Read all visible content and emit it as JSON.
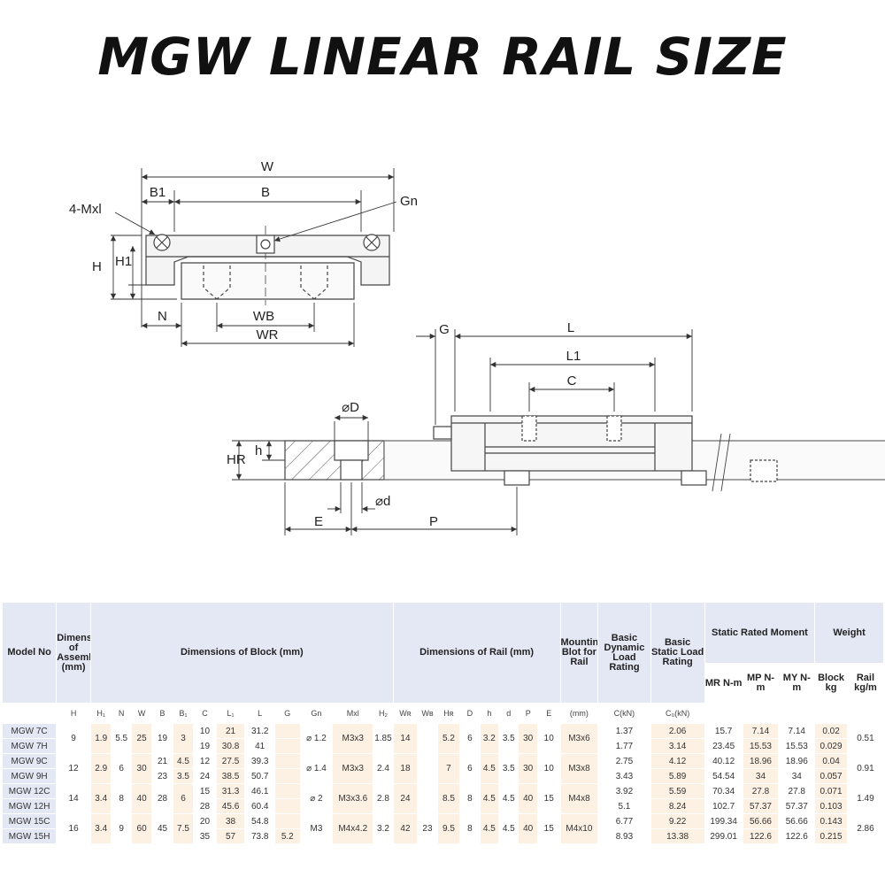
{
  "title": "MGW LINEAR RAIL SIZE",
  "drawing_labels": {
    "w": "W",
    "b": "B",
    "b1": "B1",
    "gn": "Gn",
    "mxl": "4-Mxl",
    "h": "H",
    "h1": "H1",
    "n": "N",
    "wb": "WB",
    "wr": "WR",
    "g": "G",
    "l": "L",
    "l1": "L1",
    "c": "C",
    "od": "⌀D",
    "hr": "HR",
    "h_small": "h",
    "od_small": "⌀d",
    "e": "E",
    "p": "P"
  },
  "table": {
    "model_no": "Model No",
    "dim_assembly": "Dimensions of Assembly (mm)",
    "dim_block": "Dimensions of Block (mm)",
    "dim_rail": "Dimensions of Rail (mm)",
    "mounting_bolt": "Mounting Blot for Rail",
    "basic_dynamic": "Basic Dynamic Load Rating",
    "basic_static": "Basic Static Load Rating",
    "static_moment": "Static Rated Moment",
    "weight": "Weight",
    "mr": "MR N-m",
    "mp": "MP N-m",
    "my": "MY N-m",
    "block_kg": "Block kg",
    "rail_kgm": "Rail kg/m",
    "sub": [
      "H",
      "H₁",
      "N",
      "W",
      "B",
      "B₁",
      "C",
      "L₁",
      "L",
      "G",
      "Gn",
      "Mxl",
      "H₂",
      "Wʀ",
      "Wʙ",
      "Hʀ",
      "D",
      "h",
      "d",
      "P",
      "E",
      "(mm)",
      "C(kN)",
      "C₀(kN)"
    ],
    "rows": [
      {
        "model": "MGW 7C",
        "c": "10",
        "l1": "21",
        "l": "31.2",
        "dyn": "1.37",
        "sta": "2.06",
        "mr": "15.7",
        "mp": "7.14",
        "my": "7.14",
        "block": "0.02"
      },
      {
        "model": "MGW 7H",
        "c": "19",
        "l1": "30.8",
        "l": "41",
        "dyn": "1.77",
        "sta": "3.14",
        "mr": "23.45",
        "mp": "15.53",
        "my": "15.53",
        "block": "0.029"
      },
      {
        "model": "MGW 9C",
        "b": "21",
        "b1": "4.5",
        "c": "12",
        "l1": "27.5",
        "l": "39.3",
        "dyn": "2.75",
        "sta": "4.12",
        "mr": "40.12",
        "mp": "18.96",
        "my": "18.96",
        "block": "0.04"
      },
      {
        "model": "MGW 9H",
        "b": "23",
        "b1": "3.5",
        "c": "24",
        "l1": "38.5",
        "l": "50.7",
        "dyn": "3.43",
        "sta": "5.89",
        "mr": "54.54",
        "mp": "34",
        "my": "34",
        "block": "0.057"
      },
      {
        "model": "MGW 12C",
        "c": "15",
        "l1": "31.3",
        "l": "46.1",
        "dyn": "3.92",
        "sta": "5.59",
        "mr": "70.34",
        "mp": "27.8",
        "my": "27.8",
        "block": "0.071"
      },
      {
        "model": "MGW 12H",
        "c": "28",
        "l1": "45.6",
        "l": "60.4",
        "dyn": "5.1",
        "sta": "8.24",
        "mr": "102.7",
        "mp": "57.37",
        "my": "57.37",
        "block": "0.103"
      },
      {
        "model": "MGW 15C",
        "c": "20",
        "l1": "38",
        "l": "54.8",
        "dyn": "6.77",
        "sta": "9.22",
        "mr": "199.34",
        "mp": "56.66",
        "my": "56.66",
        "block": "0.143"
      },
      {
        "model": "MGW 15H",
        "c": "35",
        "l1": "57",
        "l": "73.8",
        "g": "5.2",
        "dyn": "8.93",
        "sta": "13.38",
        "mr": "299.01",
        "mp": "122.6",
        "my": "122.6",
        "block": "0.215"
      }
    ],
    "groups": [
      {
        "h": "9",
        "h1": "1.9",
        "n": "5.5",
        "w": "25",
        "b": "19",
        "b1": "3",
        "gn": "⌀ 1.2",
        "mxl": "M3x3",
        "h2": "1.85",
        "wr": "14",
        "wb": "",
        "hr": "5.2",
        "d": "6",
        "hs": "3.2",
        "ds": "3.5",
        "p": "30",
        "e": "10",
        "bolt": "M3x6",
        "rail": "0.51"
      },
      {
        "h": "12",
        "h1": "2.9",
        "n": "6",
        "w": "30",
        "gn": "⌀ 1.4",
        "mxl": "M3x3",
        "h2": "2.4",
        "wr": "18",
        "wb": "",
        "hr": "7",
        "d": "6",
        "hs": "4.5",
        "ds": "3.5",
        "p": "30",
        "e": "10",
        "bolt": "M3x8",
        "rail": "0.91"
      },
      {
        "h": "14",
        "h1": "3.4",
        "n": "8",
        "w": "40",
        "b": "28",
        "b1": "6",
        "gn": "⌀ 2",
        "mxl": "M3x3.6",
        "h2": "2.8",
        "wr": "24",
        "wb": "",
        "hr": "8.5",
        "d": "8",
        "hs": "4.5",
        "ds": "4.5",
        "p": "40",
        "e": "15",
        "bolt": "M4x8",
        "rail": "1.49"
      },
      {
        "h": "16",
        "h1": "3.4",
        "n": "9",
        "w": "60",
        "b": "45",
        "b1": "7.5",
        "gn": "M3",
        "mxl": "M4x4.2",
        "h2": "3.2",
        "wr": "42",
        "wb": "23",
        "hr": "9.5",
        "d": "8",
        "hs": "4.5",
        "ds": "4.5",
        "p": "40",
        "e": "15",
        "bolt": "M4x10",
        "rail": "2.86"
      }
    ]
  }
}
